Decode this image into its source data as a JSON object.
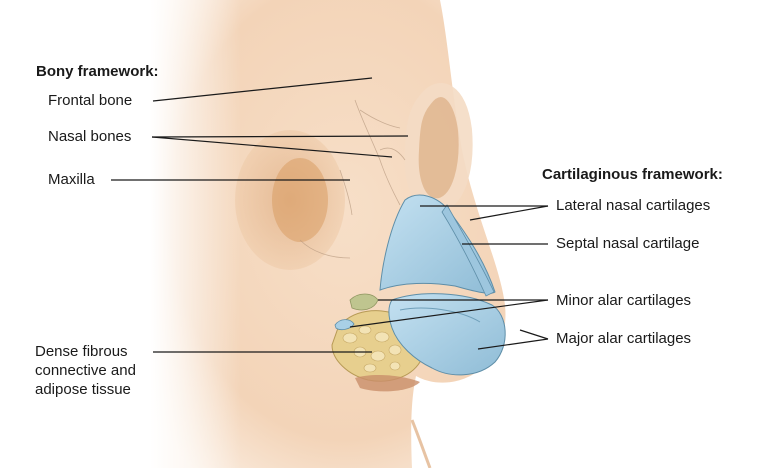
{
  "bony": {
    "heading": "Bony framework:",
    "frontal_bone": "Frontal bone",
    "nasal_bones": "Nasal bones",
    "maxilla": "Maxilla"
  },
  "cartilaginous": {
    "heading": "Cartilaginous framework:",
    "lateral": "Lateral nasal cartilages",
    "septal": "Septal nasal cartilage",
    "minor_alar": "Minor alar cartilages",
    "major_alar": "Major alar cartilages"
  },
  "soft_tissue": {
    "line1": "Dense fibrous",
    "line2": "connective and",
    "line3": "adipose tissue"
  },
  "colors": {
    "skin": "#f6dcc4",
    "bone": "#ebd2b6",
    "cartilage": "#a9d0e6",
    "adipose": "#e7cf8e",
    "leader": "#1a1a1a"
  }
}
